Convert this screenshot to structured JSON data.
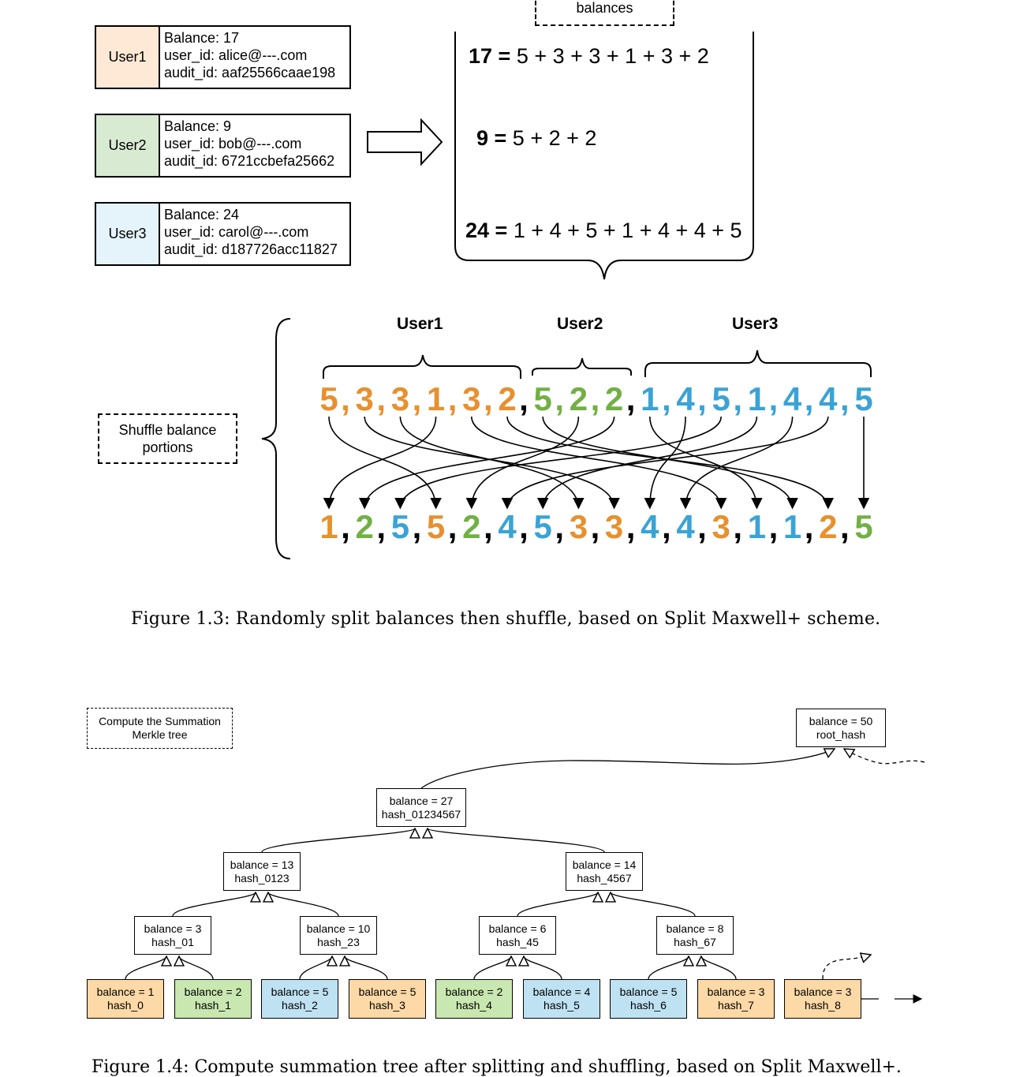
{
  "colors": {
    "user1": "#e8902e",
    "user2": "#72b045",
    "user3": "#3aa3d5",
    "user1_fill": "#fde9d6",
    "user2_fill": "#d9ead3",
    "user3_fill": "#e5f3fb",
    "leaf_orange": "#fcd9a6",
    "leaf_green": "#c9e7b0",
    "leaf_blue": "#bfe2f3"
  },
  "top_label": "balances",
  "users": [
    {
      "label": "User1",
      "balance": "Balance: 17",
      "user_id": "user_id: alice@---.com",
      "audit_id": "audit_id: aaf25566caae198"
    },
    {
      "label": "User2",
      "balance": "Balance: 9",
      "user_id": "user_id: bob@---.com",
      "audit_id": "audit_id: 6721ccbefa25662"
    },
    {
      "label": "User3",
      "balance": "Balance: 24",
      "user_id": "user_id: carol@---.com",
      "audit_id": "audit_id: d187726acc11827"
    }
  ],
  "equations": [
    {
      "total": "17 =",
      "parts": " 5 + 3 + 3 + 1 + 3 + 2"
    },
    {
      "total": "9 =",
      "parts": " 5 + 2 + 2"
    },
    {
      "total": "24 =",
      "parts": " 1 + 4 + 5 + 1 + 4 + 4 + 5"
    }
  ],
  "group_headers": [
    "User1",
    "User2",
    "User3"
  ],
  "shuffle_label": "Shuffle balance portions",
  "split_row": [
    {
      "v": "5",
      "u": 1
    },
    {
      "v": "3",
      "u": 1
    },
    {
      "v": "3",
      "u": 1
    },
    {
      "v": "1",
      "u": 1
    },
    {
      "v": "3",
      "u": 1
    },
    {
      "v": "2",
      "u": 1
    },
    {
      "v": "5",
      "u": 2
    },
    {
      "v": "2",
      "u": 2
    },
    {
      "v": "2",
      "u": 2
    },
    {
      "v": "1",
      "u": 3
    },
    {
      "v": "4",
      "u": 3
    },
    {
      "v": "5",
      "u": 3
    },
    {
      "v": "1",
      "u": 3
    },
    {
      "v": "4",
      "u": 3
    },
    {
      "v": "4",
      "u": 3
    },
    {
      "v": "5",
      "u": 3
    }
  ],
  "shuffled_row": [
    {
      "v": "1",
      "u": 1
    },
    {
      "v": "2",
      "u": 2
    },
    {
      "v": "5",
      "u": 3
    },
    {
      "v": "5",
      "u": 1
    },
    {
      "v": "2",
      "u": 2
    },
    {
      "v": "4",
      "u": 3
    },
    {
      "v": "5",
      "u": 3
    },
    {
      "v": "3",
      "u": 1
    },
    {
      "v": "3",
      "u": 1
    },
    {
      "v": "4",
      "u": 3
    },
    {
      "v": "4",
      "u": 3
    },
    {
      "v": "3",
      "u": 1
    },
    {
      "v": "1",
      "u": 3
    },
    {
      "v": "1",
      "u": 3
    },
    {
      "v": "2",
      "u": 1
    },
    {
      "v": "5",
      "u": 2
    }
  ],
  "shuffle_map": [
    [
      0,
      3
    ],
    [
      1,
      8
    ],
    [
      2,
      7
    ],
    [
      3,
      0
    ],
    [
      4,
      11
    ],
    [
      5,
      14
    ],
    [
      6,
      13
    ],
    [
      7,
      4
    ],
    [
      8,
      1
    ],
    [
      9,
      12
    ],
    [
      10,
      9
    ],
    [
      11,
      2
    ],
    [
      12,
      6
    ],
    [
      13,
      10
    ],
    [
      14,
      5
    ],
    [
      15,
      15
    ]
  ],
  "caption_1": "Figure 1.3: Randomly split balances then shuffle, based on Split Maxwell+ scheme.",
  "merkle_label": "Compute the Summation Merkle tree",
  "root": {
    "line1": "balance = 50",
    "line2": "root_hash"
  },
  "tree": {
    "n27": {
      "line1": "balance = 27",
      "line2": "hash_01234567"
    },
    "n13": {
      "line1": "balance = 13",
      "line2": "hash_0123"
    },
    "n14": {
      "line1": "balance = 14",
      "line2": "hash_4567"
    },
    "n3": {
      "line1": "balance = 3",
      "line2": "hash_01"
    },
    "n10": {
      "line1": "balance = 10",
      "line2": "hash_23"
    },
    "n6": {
      "line1": "balance = 6",
      "line2": "hash_45"
    },
    "n8": {
      "line1": "balance = 8",
      "line2": "hash_67"
    }
  },
  "leaves": [
    {
      "line1": "balance = 1",
      "line2": "hash_0",
      "c": "orange"
    },
    {
      "line1": "balance = 2",
      "line2": "hash_1",
      "c": "green"
    },
    {
      "line1": "balance = 5",
      "line2": "hash_2",
      "c": "blue"
    },
    {
      "line1": "balance = 5",
      "line2": "hash_3",
      "c": "orange"
    },
    {
      "line1": "balance = 2",
      "line2": "hash_4",
      "c": "green"
    },
    {
      "line1": "balance = 4",
      "line2": "hash_5",
      "c": "blue"
    },
    {
      "line1": "balance = 5",
      "line2": "hash_6",
      "c": "blue"
    },
    {
      "line1": "balance = 3",
      "line2": "hash_7",
      "c": "orange"
    },
    {
      "line1": "balance = 3",
      "line2": "hash_8",
      "c": "orange"
    }
  ],
  "caption_2": "Figure 1.4: Compute summation tree after splitting and shuffling, based on Split Maxwell+."
}
